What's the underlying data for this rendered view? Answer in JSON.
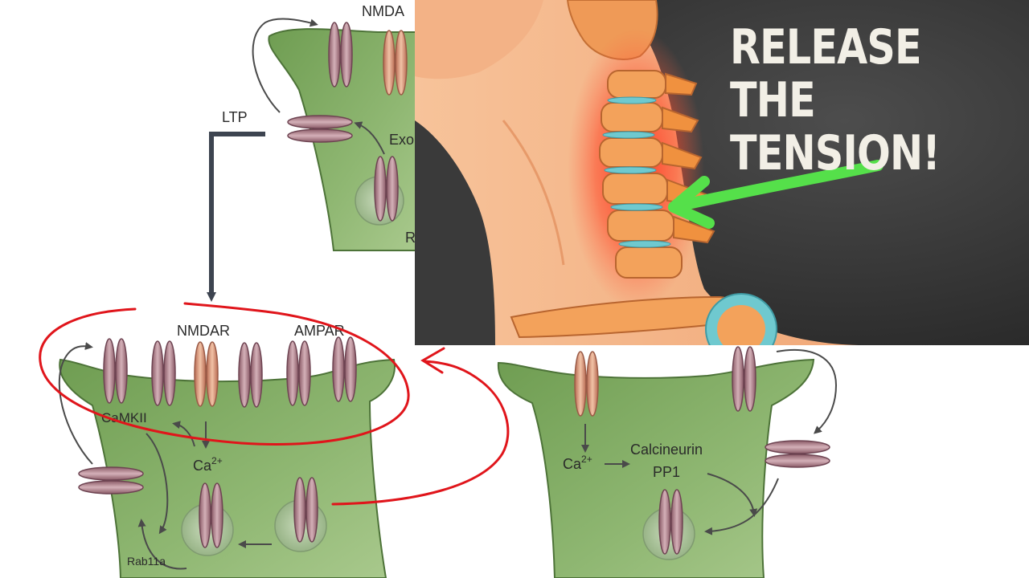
{
  "diagram": {
    "ltp_label": "LTP",
    "top_spine": {
      "nmdar_label": "NMDA",
      "exo_label": "Exo",
      "recycling_label": "R"
    },
    "left_spine": {
      "nmdar_label": "NMDAR",
      "ampar_label": "AMPAR",
      "camkii_label": "CaMKII",
      "calcium_label": "Ca",
      "calcium_charge": "2+",
      "rab_label": "Rab11a"
    },
    "right_spine": {
      "calcium_label": "Ca",
      "calcium_charge": "2+",
      "calcineurin_label": "Calcineurin",
      "pp1_label": "PP1"
    },
    "colors": {
      "spine_fill": "#7ea860",
      "receptor_fill": "#b88a94",
      "nmdar_fill": "#e3a688",
      "annotation": "#e0151b"
    }
  },
  "inset": {
    "title": "RELEASE THE\nTENSION!",
    "arrow_color": "#55e04a"
  }
}
